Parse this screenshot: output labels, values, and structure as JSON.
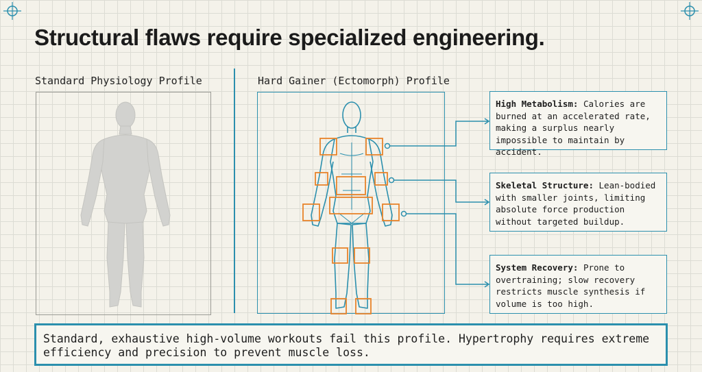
{
  "title": "Structural flaws require specialized engineering.",
  "standard_profile": {
    "label": "Standard Physiology Profile"
  },
  "hard_gainer_profile": {
    "label": "Hard Gainer (Ectomorph) Profile"
  },
  "callouts": [
    {
      "heading": "High Metabolism:",
      "body": "Calories are burned at an accelerated rate, making a surplus nearly impossible to maintain by accident."
    },
    {
      "heading": "Skeletal Structure:",
      "body": "Lean-bodied with smaller joints, limiting absolute force production without targeted buildup."
    },
    {
      "heading": "System Recovery:",
      "body": "Prone to overtraining; slow recovery restricts muscle synthesis if volume is too high."
    }
  ],
  "footer": {
    "text": "Standard, exhaustive high-volume workouts fail this profile. Hypertrophy requires extreme efficiency and precision to prevent muscle loss."
  },
  "colors": {
    "accent": "#2b8fad",
    "highlight": "#e8832a",
    "figure_fill": "#d2d2cf",
    "background": "#f4f2ea"
  }
}
